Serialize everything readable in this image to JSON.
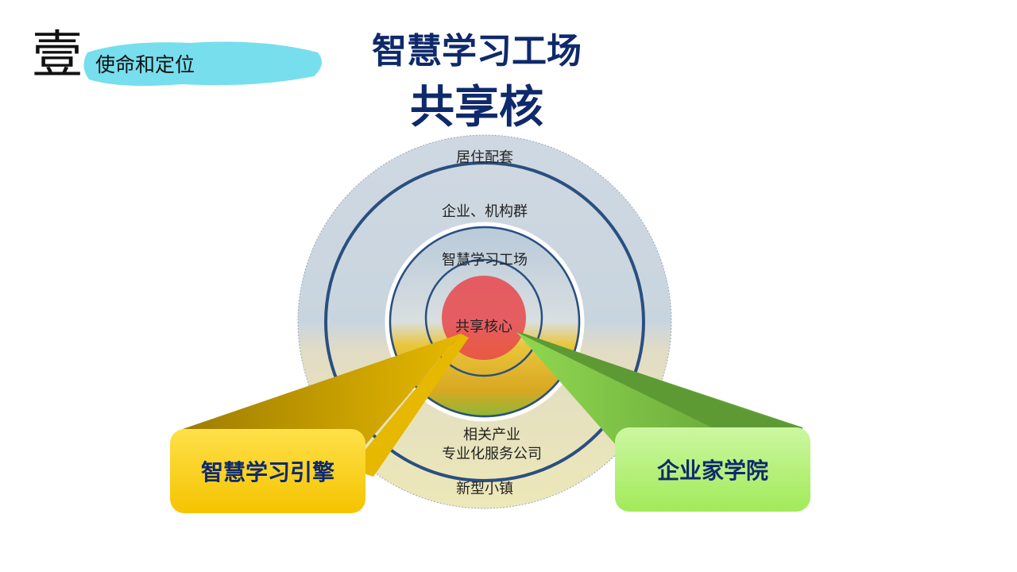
{
  "section": {
    "number": "壹",
    "label": "使命和定位"
  },
  "title": {
    "line1": "智慧学习工场",
    "line2": "共享核"
  },
  "rings": {
    "outer": "居住配套",
    "second": "企业、机构群",
    "third": "智慧学习工场",
    "core": "共享核心",
    "lower1": "相关产业",
    "lower2": "专业化服务公司",
    "bottom": "新型小镇"
  },
  "callouts": {
    "left": "智慧学习引擎",
    "right": "企业家学院"
  },
  "colors": {
    "title": "#0f2a6b",
    "ring": "#2a4f80",
    "core": "#e8474b",
    "yellow": "#f5c400",
    "green": "#8fd64e"
  }
}
